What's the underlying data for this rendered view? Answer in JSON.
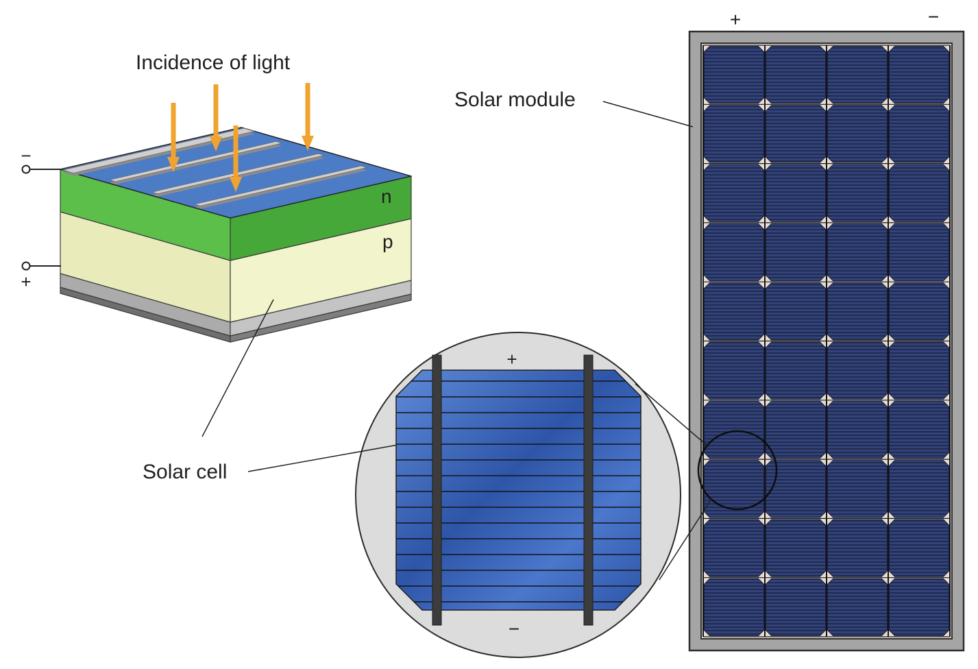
{
  "diagram": {
    "incidence_label": "Incidence of light",
    "solar_cell_label": "Solar cell",
    "solar_module_label": "Solar module"
  },
  "cell3d": {
    "negative_terminal": "−",
    "positive_terminal": "+",
    "n_layer_label": "n",
    "p_layer_label": "p"
  },
  "magnified_cell": {
    "positive_terminal": "+",
    "negative_terminal": "−",
    "busbar_count": 2
  },
  "module": {
    "positive_terminal": "+",
    "negative_terminal": "−",
    "columns": 4,
    "rows": 10
  },
  "colors": {
    "light_arrow": "#F0A32F",
    "cell_top_blue": "#4D7CC7",
    "n_layer_green": "#5CBF4A",
    "p_layer_cream": "#F2F4CC",
    "contact_silver": "#CFCFCF",
    "module_cell_blue": "#32427A",
    "module_frame_gray": "#A5A5A5",
    "background_gray": "#DCDCDC"
  }
}
